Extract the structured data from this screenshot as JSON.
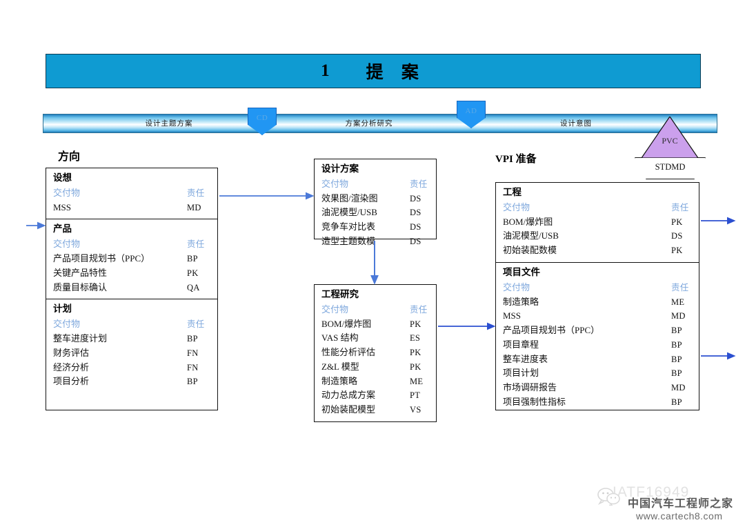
{
  "title": {
    "number": "1",
    "text": "提 案"
  },
  "phase_bar": {
    "phases": [
      {
        "label": "设计主题方案"
      },
      {
        "label": "方案分析研究"
      },
      {
        "label": "设计意图"
      }
    ],
    "gates": [
      {
        "id": "CD",
        "label": "CD"
      },
      {
        "id": "AD",
        "label": "AD"
      }
    ],
    "milestone": {
      "top_label": "PVC",
      "bottom_label": "STDMD"
    }
  },
  "columns": {
    "direction_heading": "方向",
    "vpi_heading": "VPI 准备"
  },
  "boxes": {
    "direction": {
      "sections": [
        {
          "title": "设想",
          "header": {
            "deliverable": "交付物",
            "owner": "责任"
          },
          "rows": [
            {
              "deliverable": "MSS",
              "owner": "MD"
            }
          ]
        },
        {
          "title": "产品",
          "header": {
            "deliverable": "交付物",
            "owner": "责任"
          },
          "rows": [
            {
              "deliverable": "产品项目规划书（PPC）",
              "owner": "BP"
            },
            {
              "deliverable": "关键产品特性",
              "owner": "PK"
            },
            {
              "deliverable": "质量目标确认",
              "owner": "QA"
            }
          ]
        },
        {
          "title": "计划",
          "header": {
            "deliverable": "交付物",
            "owner": "责任"
          },
          "rows": [
            {
              "deliverable": "整车进度计划",
              "owner": "BP"
            },
            {
              "deliverable": "财务评估",
              "owner": "FN"
            },
            {
              "deliverable": "经济分析",
              "owner": "FN"
            },
            {
              "deliverable": "项目分析",
              "owner": "BP"
            }
          ]
        }
      ]
    },
    "design": {
      "sections": [
        {
          "title": "设计方案",
          "header": {
            "deliverable": "交付物",
            "owner": "责任"
          },
          "rows": [
            {
              "deliverable": "效果图/渲染图",
              "owner": "DS"
            },
            {
              "deliverable": "油泥模型/USB",
              "owner": "DS"
            },
            {
              "deliverable": "竞争车对比表",
              "owner": "DS"
            },
            {
              "deliverable": "造型主题数模",
              "owner": "DS"
            }
          ]
        }
      ]
    },
    "engineering_research": {
      "sections": [
        {
          "title": "工程研究",
          "header": {
            "deliverable": "交付物",
            "owner": "责任"
          },
          "rows": [
            {
              "deliverable": "BOM/爆炸图",
              "owner": "PK"
            },
            {
              "deliverable": "VAS 结构",
              "owner": "ES"
            },
            {
              "deliverable": "性能分析评估",
              "owner": "PK"
            },
            {
              "deliverable": "Z&L 模型",
              "owner": "PK"
            },
            {
              "deliverable": "制造策略",
              "owner": "ME"
            },
            {
              "deliverable": "动力总成方案",
              "owner": "PT"
            },
            {
              "deliverable": "初始装配模型",
              "owner": "VS"
            }
          ]
        }
      ]
    },
    "vpi": {
      "sections": [
        {
          "title": "工程",
          "header": {
            "deliverable": "交付物",
            "owner": "责任"
          },
          "rows": [
            {
              "deliverable": "BOM/爆炸图",
              "owner": "PK"
            },
            {
              "deliverable": "油泥模型/USB",
              "owner": "DS"
            },
            {
              "deliverable": "初始装配数模",
              "owner": "PK"
            }
          ]
        },
        {
          "title": "项目文件",
          "header": {
            "deliverable": "交付物",
            "owner": "责任"
          },
          "rows": [
            {
              "deliverable": "制造策略",
              "owner": "ME"
            },
            {
              "deliverable": "MSS",
              "owner": "MD"
            },
            {
              "deliverable": "产品项目规划书（PPC）",
              "owner": "BP"
            },
            {
              "deliverable": "项目章程",
              "owner": "BP"
            },
            {
              "deliverable": "整车进度表",
              "owner": "BP"
            },
            {
              "deliverable": "项目计划",
              "owner": "BP"
            },
            {
              "deliverable": "市场调研报告",
              "owner": "MD"
            },
            {
              "deliverable": "项目强制性指标",
              "owner": "BP"
            }
          ]
        }
      ]
    }
  },
  "watermark": {
    "ghost_text": "IATF16949",
    "chinese": "中国汽车工程师之家",
    "url": "www.cartech8.com"
  },
  "colors": {
    "title_banner": "#0f9bd2",
    "gate_blue": "#2196f3",
    "pvc_purple": "#cba0ec",
    "arrow_blue": "#2b4fd0",
    "header_text_blue": "#7fa8dd"
  }
}
